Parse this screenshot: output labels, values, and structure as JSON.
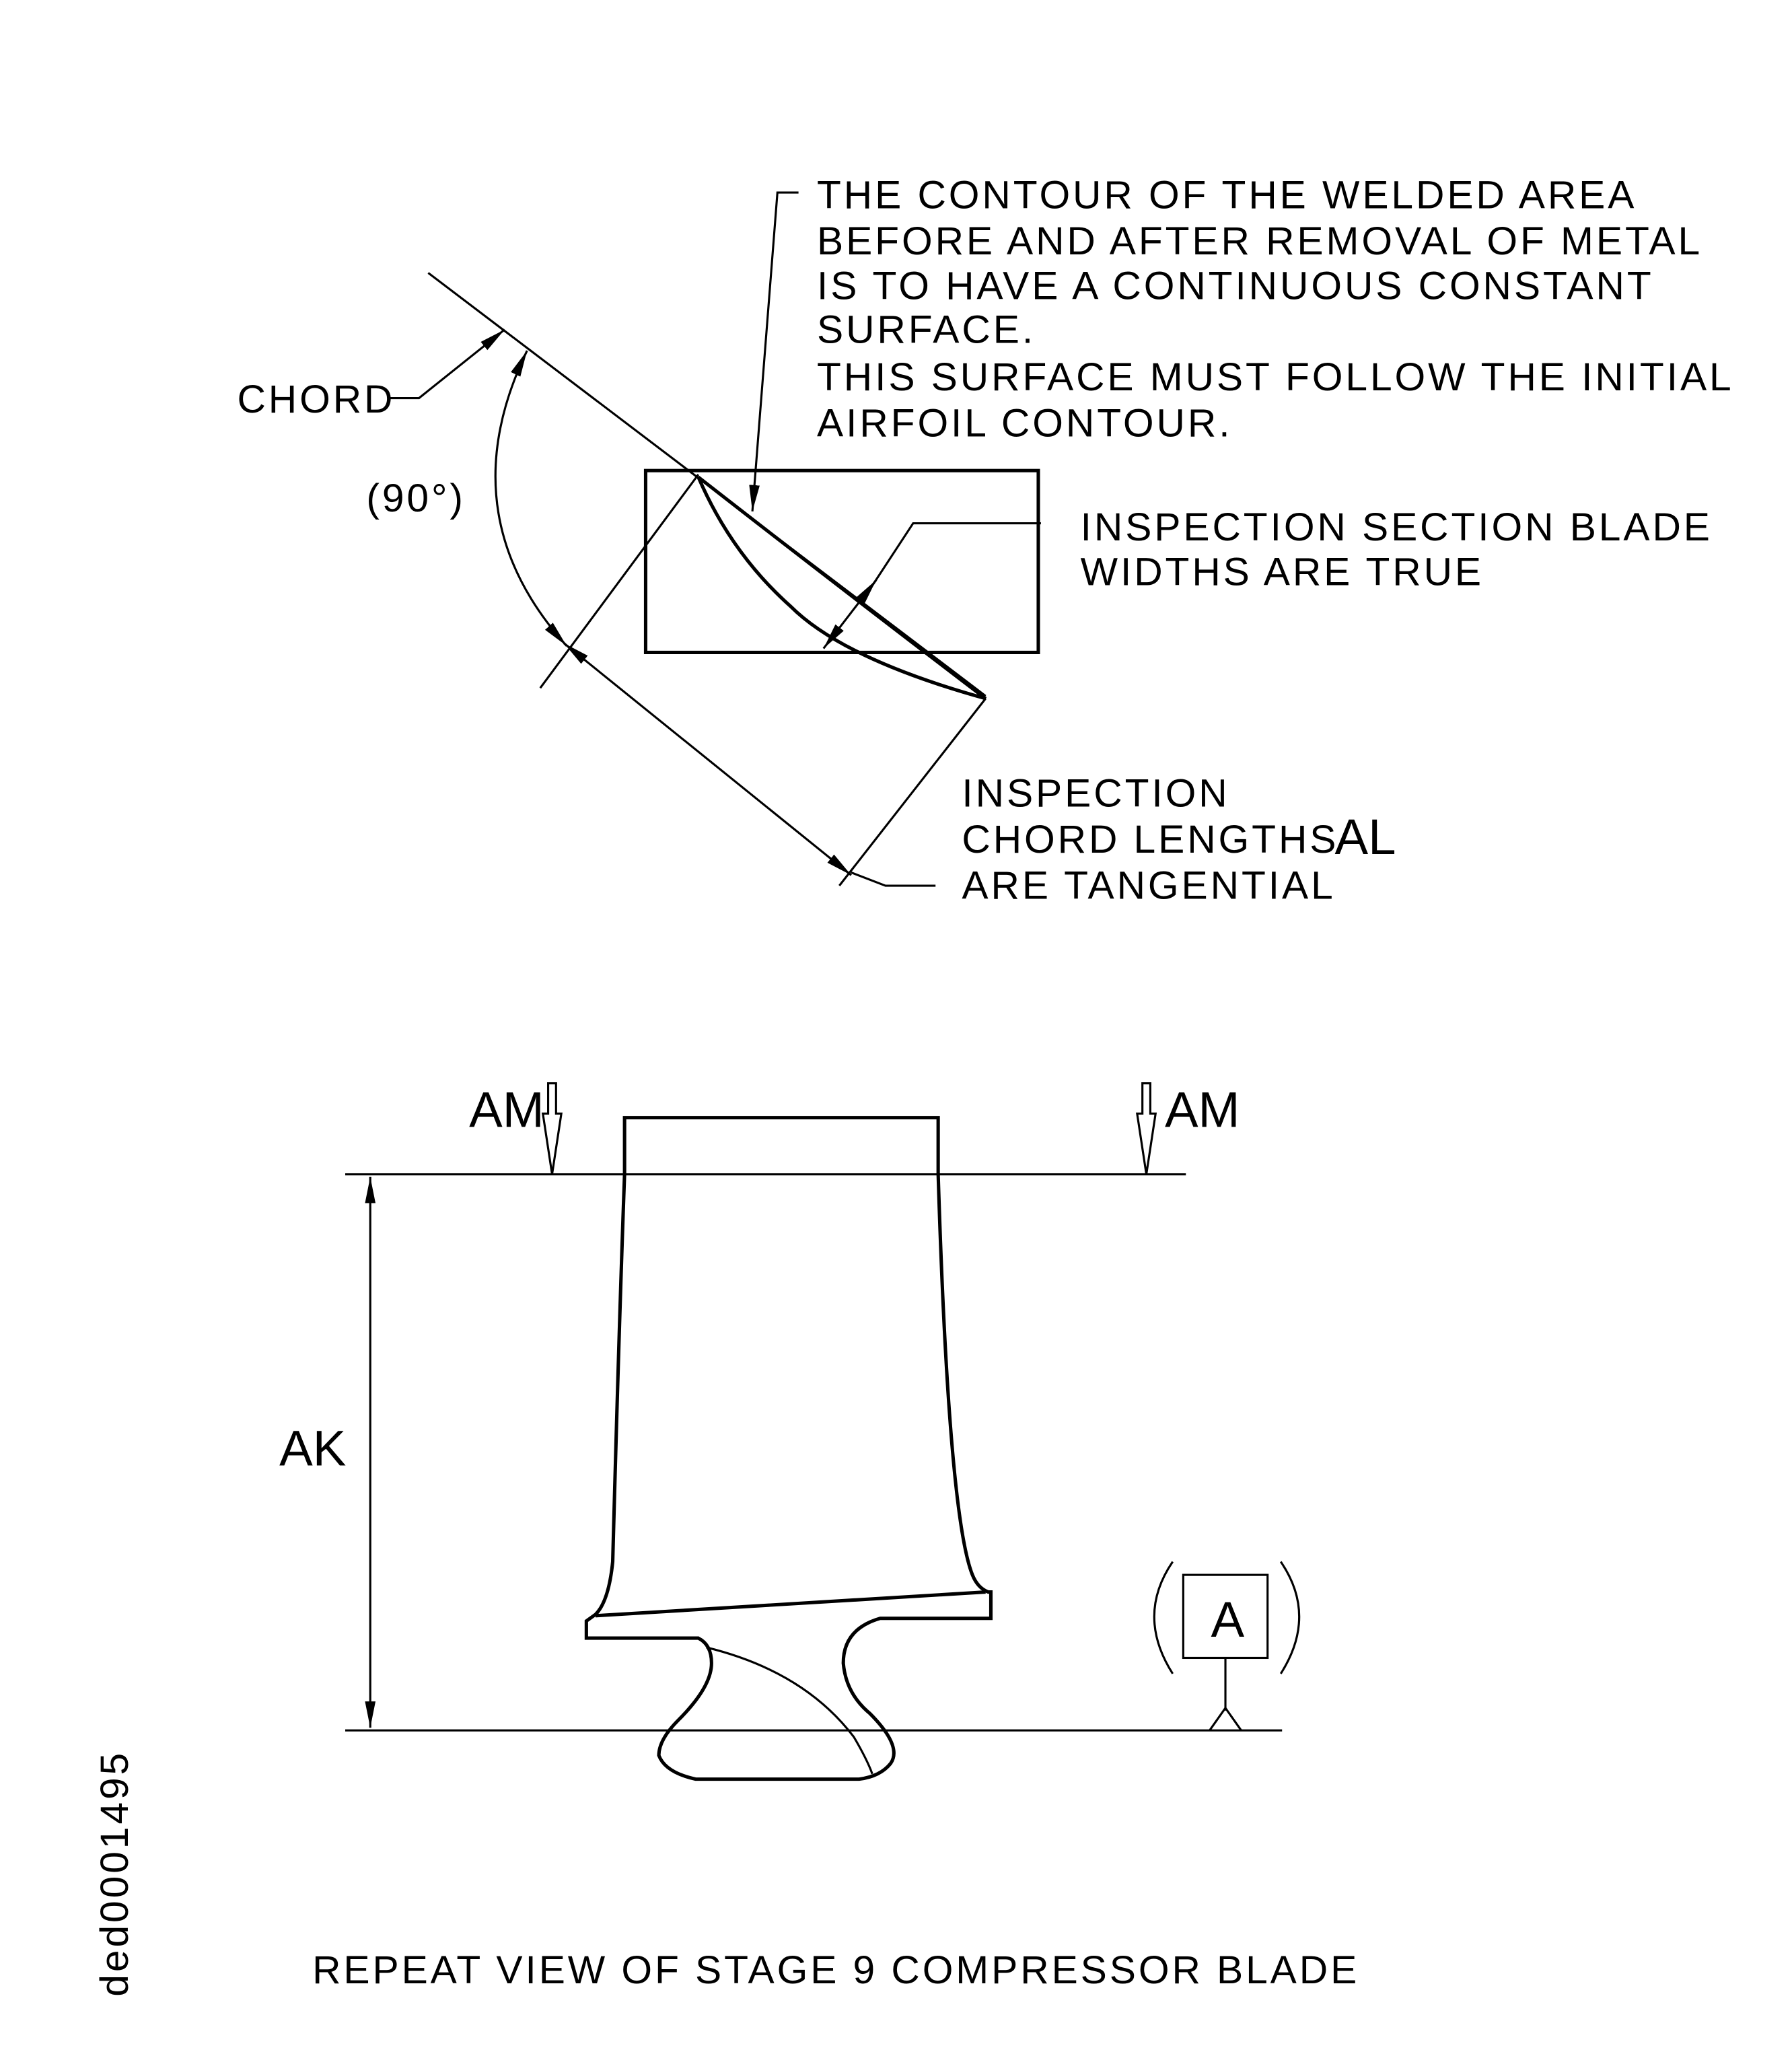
{
  "notes": {
    "contour": [
      "THE CONTOUR OF THE WELDED AREA",
      "BEFORE AND AFTER REMOVAL OF METAL",
      "IS TO HAVE A CONTINUOUS CONSTANT",
      "SURFACE.",
      "THIS SURFACE MUST FOLLOW THE INITIAL",
      "AIRFOIL CONTOUR."
    ],
    "chord_label": "CHORD",
    "angle_label": "(90°)",
    "widths": [
      "INSPECTION SECTION BLADE",
      "WIDTHS ARE TRUE"
    ],
    "chord_lengths": [
      "INSPECTION",
      "CHORD LENGTHS",
      "ARE TANGENTIAL"
    ],
    "chord_lengths_ref": "AL"
  },
  "blade_view": {
    "section_left": "AM",
    "section_right": "AM",
    "height_ref": "AK",
    "datum": "A",
    "caption": "REPEAT VIEW OF STAGE 9 COMPRESSOR BLADE"
  },
  "figure_id": "ded0001495"
}
